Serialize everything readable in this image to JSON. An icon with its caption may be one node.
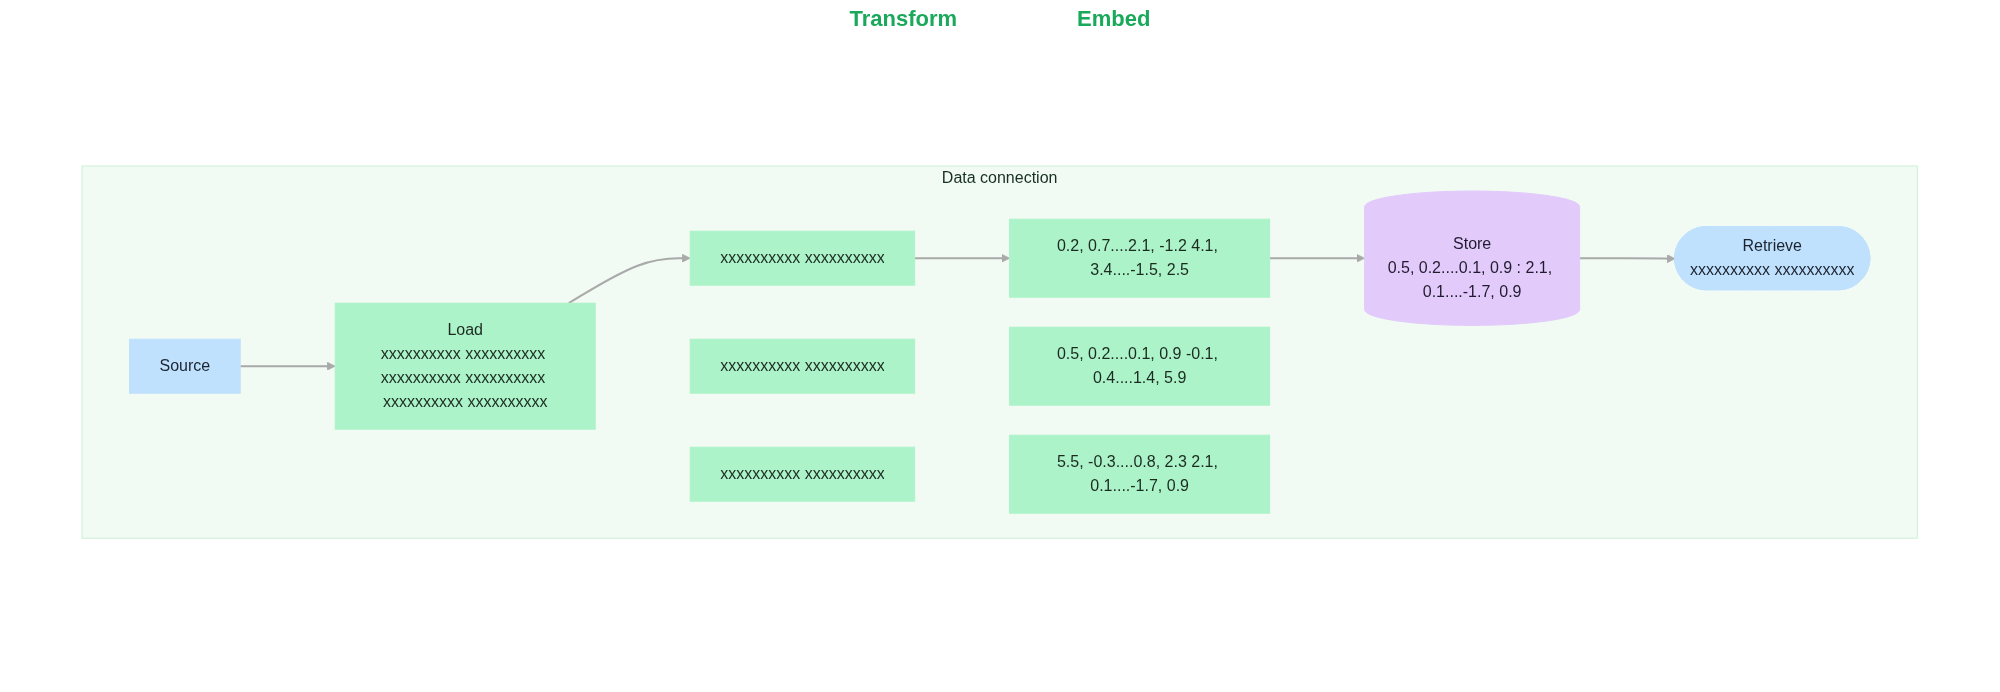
{
  "diagram": {
    "nodes": [
      {
        "text": [
          "Data connection"
        ]
      },
      {
        "text": [
          "Source"
        ],
        "in": 0
      },
      {
        "text": [
          "Load",
          "xxxxxxxxxx xxxxxxxxxx xxxxxxxxxx xxxxxxxxxx xxxxxxxxxx xxxxxxxxxx"
        ],
        "in": 0
      },
      {
        "text": [
          "xxxxxxxxxx xxxxxxxxxx"
        ],
        "in": 0
      },
      {
        "text": [
          "xxxxxxxxxx xxxxxxxxxx"
        ],
        "in": 0
      },
      {
        "text": [
          "xxxxxxxxxx xxxxxxxxxx"
        ],
        "in": 0
      },
      {
        "text": [
          "0.5, 0.2....0.1, 0.9 -0.1, 0.4....1.4, 5.9"
        ],
        "in": 0
      },
      {
        "text": [
          "0.2, 0.7....2.1, -1.2 4.1, 3.4....-1.5, 2.5"
        ],
        "in": 0
      },
      {
        "text": [
          "5.5, -0.3....0.8, 2.3 2.1, 0.1....-1.7, 0.9"
        ],
        "in": 0
      },
      {
        "text": [
          "Store",
          "0.5, 0.2....0.1, 0.9 : 2.1, 0.1....-1.7, 0.9"
        ],
        "in": 0
      },
      {
        "text": [
          "Retrieve",
          "xxxxxxxxxx xxxxxxxxxx"
        ],
        "in": 0
      }
    ],
    "edges": [
      {
        "from": 1,
        "to": 2,
        "arrow": "to"
      },
      {
        "from": 2,
        "to": 4,
        "arrow": "to"
      },
      {
        "from": 4,
        "to": 7,
        "arrow": "to"
      },
      {
        "from": 7,
        "to": 9,
        "arrow": "to"
      },
      {
        "from": 9,
        "to": 10,
        "arrow": "to"
      }
    ],
    "labels": [
      "Transform",
      "Embed"
    ]
  }
}
